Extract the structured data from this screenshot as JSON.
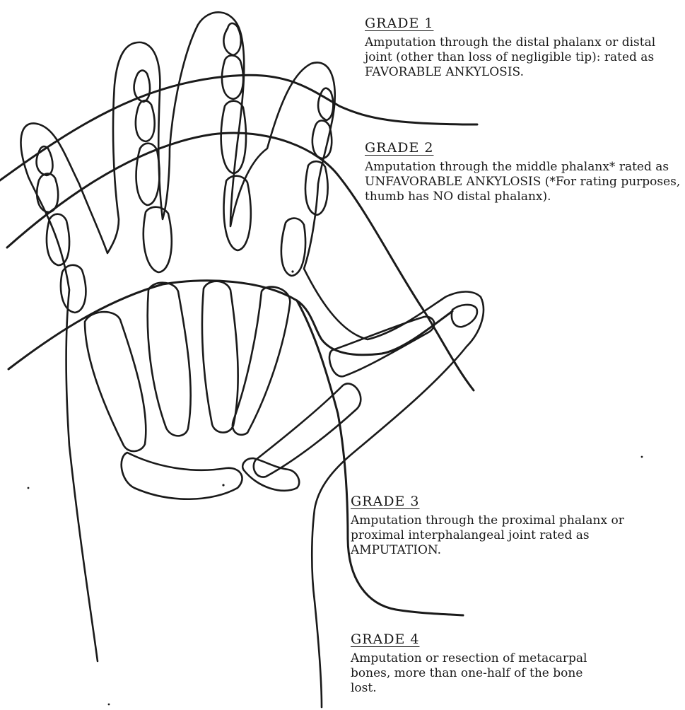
{
  "grades": [
    {
      "heading": "GRADE 1",
      "description": "Amputation through the distal phalanx or distal joint (other than loss of negligible tip): rated as FAVORABLE ANKYLOSIS."
    },
    {
      "heading": "GRADE 2",
      "description": "Amputation through the middle phalanx* rated as UNFAVORABLE ANKYLOSIS (*For rating purposes, thumb has NO distal phalanx)."
    },
    {
      "heading": "GRADE 3",
      "description": "Amputation through the proximal phalanx or proximal interphalangeal joint rated as AMPUTATION."
    },
    {
      "heading": "GRADE 4",
      "description": "Amputation or resection of metacarpal bones, more than one-half of the bone lost."
    }
  ],
  "colors": {
    "line": "#1a1a1a",
    "background": "#ffffff"
  },
  "icons": [
    "hand-skeleton-illustration"
  ]
}
